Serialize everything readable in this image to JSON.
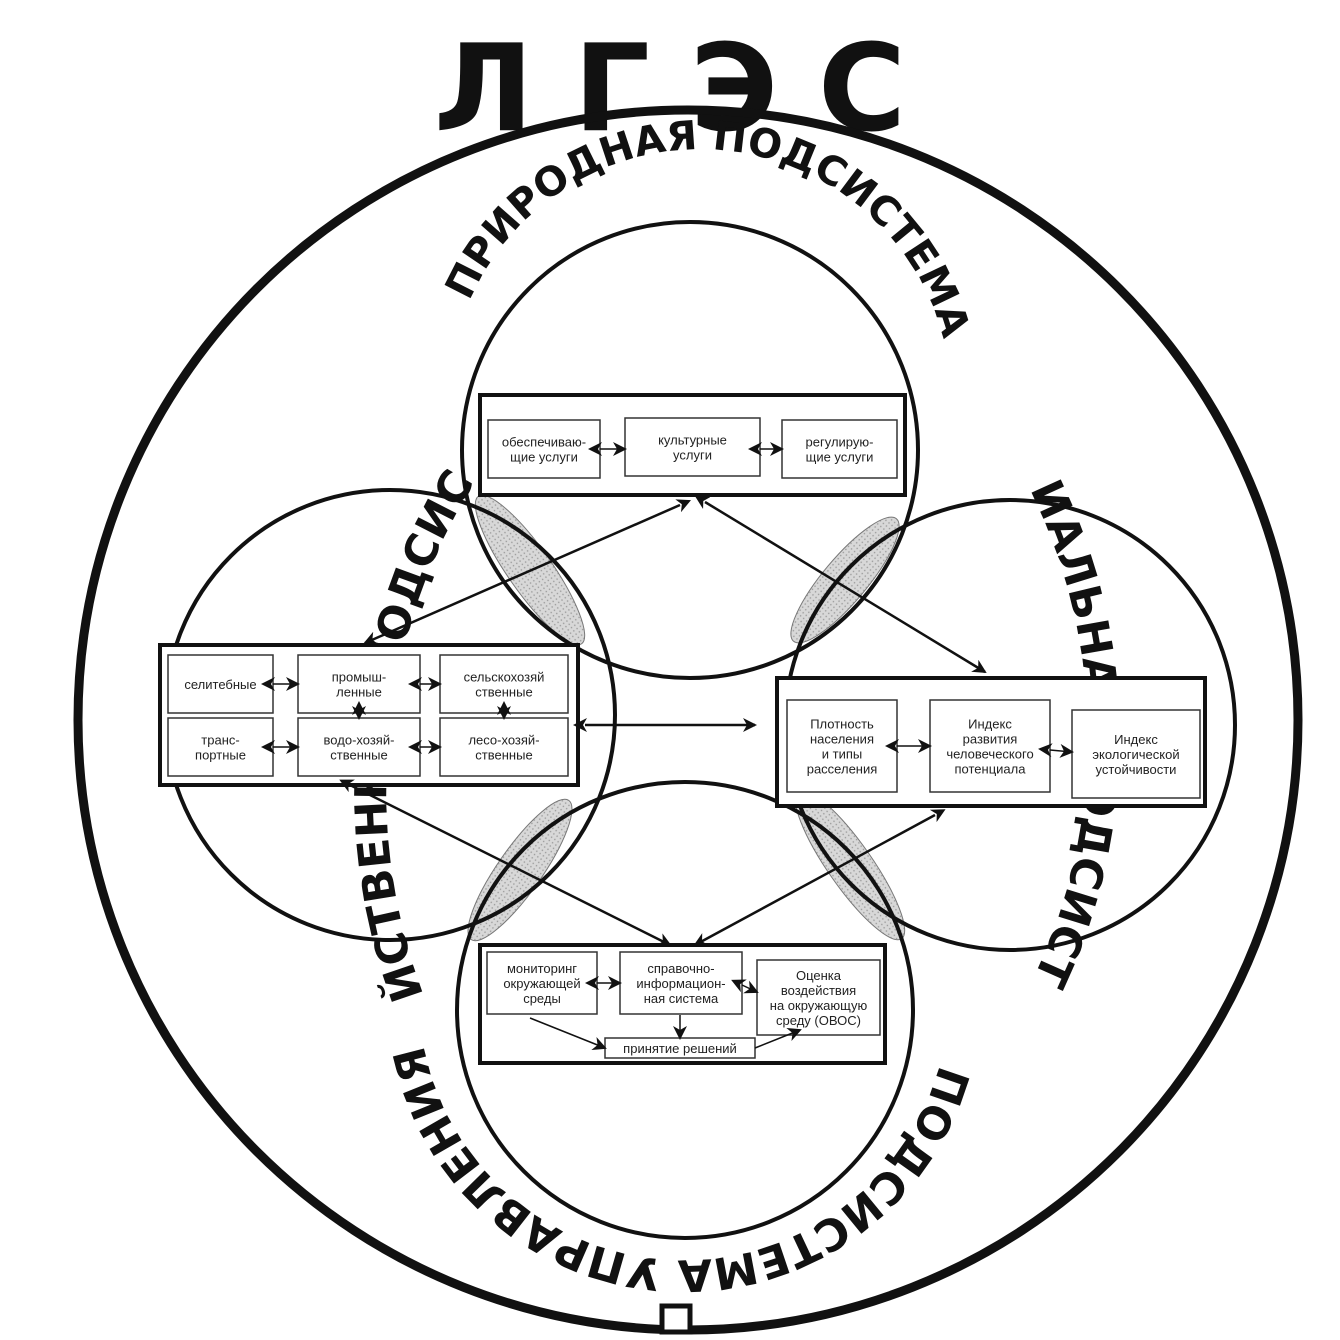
{
  "title": "ЛГЭС",
  "labels": {
    "natural": "ПРИРОДНАЯ ПОДСИСТЕМА",
    "economic": "ХОЗЯЙСТВЕННАЯ ПОДСИСТЕМА",
    "social": "СОЦИАЛЬНАЯ ПОДСИСТЕМА",
    "management": "ПОДСИСТЕМА УПРАВЛЕНИЯ"
  },
  "natural_boxes": [
    [
      "обеспечиваю-",
      "щие услуги"
    ],
    [
      "культурные",
      "услуги"
    ],
    [
      "регулирую-",
      "щие услуги"
    ]
  ],
  "economic_boxes": [
    [
      "селитебные"
    ],
    [
      "промыш-",
      "ленные"
    ],
    [
      "сельскохозяй",
      "ственные"
    ],
    [
      "транс-",
      "портные"
    ],
    [
      "водо-хозяй-",
      "ственные"
    ],
    [
      "лесо-хозяй-",
      "ственные"
    ]
  ],
  "social_boxes": [
    [
      "Плотность",
      "населения",
      "и типы",
      "расселения"
    ],
    [
      "Индекс",
      "развития",
      "человеческого",
      "потенциала"
    ],
    [
      "Индекс",
      "экологической",
      "устойчивости"
    ]
  ],
  "management_boxes": [
    [
      "мониторинг",
      "окружающей",
      "среды"
    ],
    [
      "справочно-",
      "информацион-",
      "ная система"
    ],
    [
      "Оценка",
      "воздействия",
      "на окружающую",
      "среду (ОВОС)"
    ]
  ],
  "management_bottom": "принятие решений"
}
